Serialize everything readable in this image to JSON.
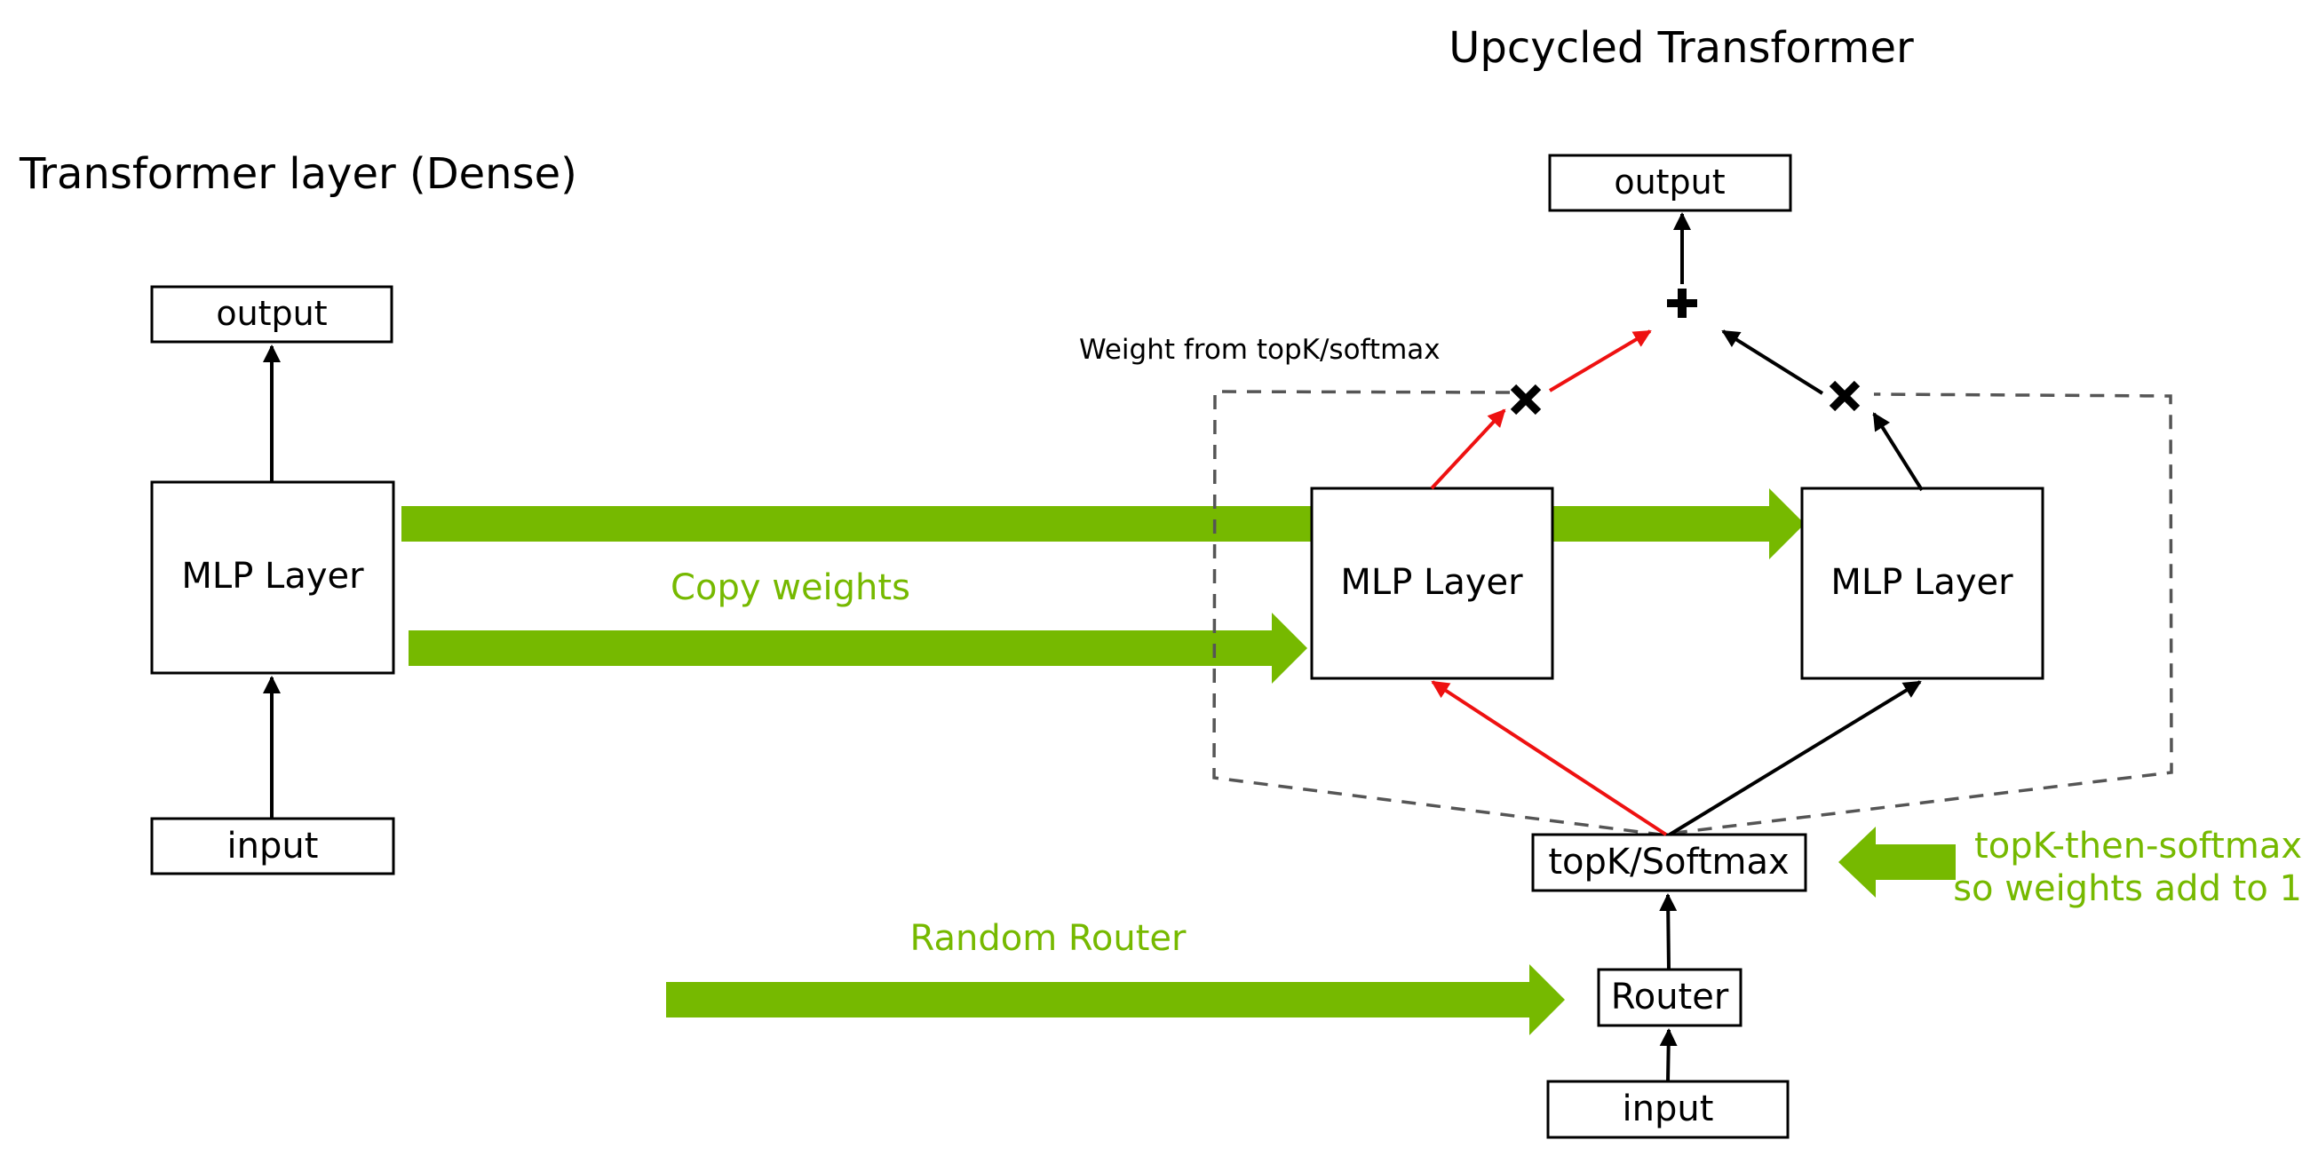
{
  "left_panel": {
    "title": "Transformer layer (Dense)",
    "output": "output",
    "mlp": "MLP Layer",
    "input": "input"
  },
  "right_panel": {
    "title": "Upcycled Transformer",
    "output": "output",
    "expert_1": "MLP Layer",
    "expert_2": "MLP Layer",
    "topk": "topK/Softmax",
    "router": "Router",
    "input": "input",
    "weight_note": "Weight from topK/softmax"
  },
  "annotations": {
    "copy_weights": "Copy weights",
    "random_router": "Random Router",
    "topk_note_line1": "topK-then-softmax",
    "topk_note_line2": "so weights add to 1"
  },
  "colors": {
    "accent_green": "#76b900",
    "route_red": "#ee1111",
    "box_stroke": "#000000",
    "dashed_group": "#555555"
  }
}
